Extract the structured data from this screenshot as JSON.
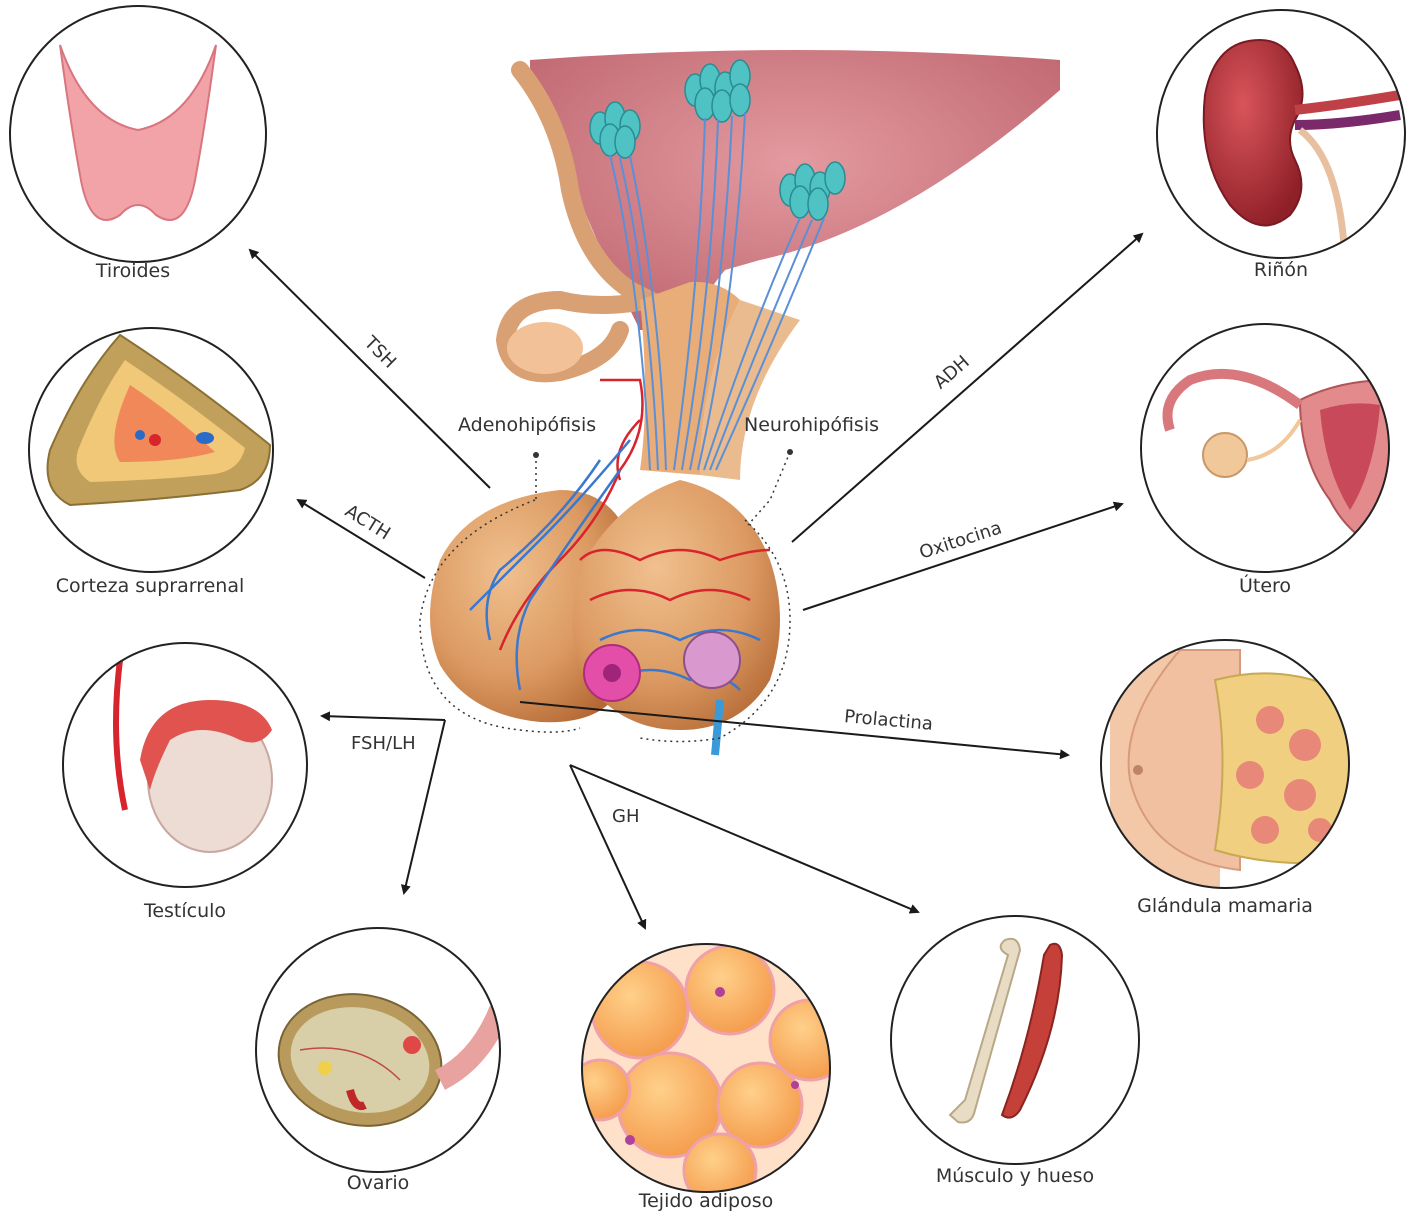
{
  "structures": {
    "adenohipofisis": "Adenohipófisis",
    "neurohipofisis": "Neurohipófisis"
  },
  "hormones": {
    "tsh": "TSH",
    "acth": "ACTH",
    "fsh_lh": "FSH/LH",
    "gh": "GH",
    "adh": "ADH",
    "oxitocina": "Oxitocina",
    "prolactina": "Prolactina"
  },
  "organs": {
    "tiroides": "Tiroides",
    "corteza": "Corteza suprarrenal",
    "testiculo": "Testículo",
    "ovario": "Ovario",
    "adiposo": "Tejido adiposo",
    "musculo": "Músculo y hueso",
    "rinon": "Riñón",
    "utero": "Útero",
    "mamaria": "Glándula mamaria"
  },
  "colors": {
    "arrow": "#1a1a1a",
    "circle_stroke": "#222222",
    "gland_skin": "#e2a06a",
    "gland_shadow": "#c97a42",
    "brain": "#c76c74",
    "neuron": "#4fc2c4",
    "axon": "#5b8fd6",
    "artery": "#d8242c",
    "vein": "#3a78d0"
  }
}
